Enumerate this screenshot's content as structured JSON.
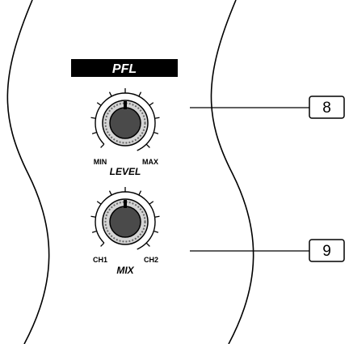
{
  "header": {
    "label": "PFL"
  },
  "knobs": [
    {
      "id": "level",
      "caption": "LEVEL",
      "left_label": "MIN",
      "right_label": "MAX",
      "callout": "8"
    },
    {
      "id": "mix",
      "caption": "MIX",
      "left_label": "CH1",
      "right_label": "CH2",
      "callout": "9"
    }
  ],
  "colors": {
    "header_bg": "#000000",
    "header_text": "#ffffff",
    "knob_cap": "#4a4a4a",
    "knob_skirt": "#d4d4d4",
    "line": "#000000"
  }
}
